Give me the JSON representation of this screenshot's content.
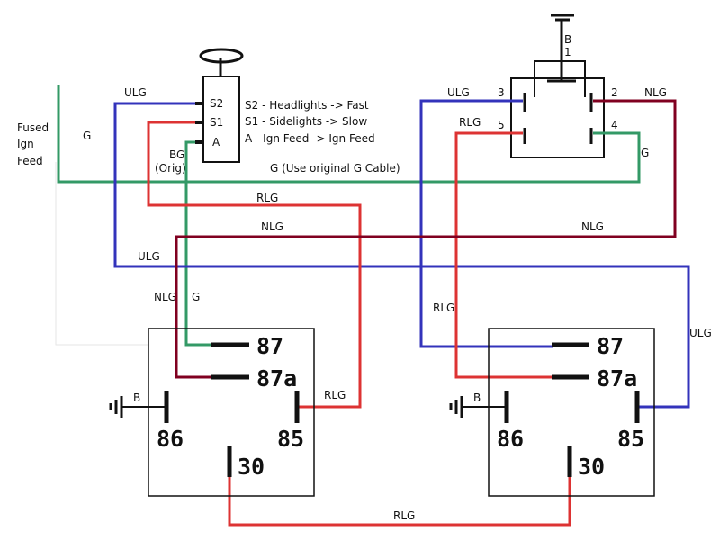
{
  "colors": {
    "blue": "#3333bb",
    "red": "#dd3333",
    "green": "#339966",
    "darkred": "#800020",
    "ink": "#111111"
  },
  "labels": {
    "fused_ign_feed": [
      "Fused",
      "Ign",
      "Feed"
    ],
    "G": "G",
    "ULG": "ULG",
    "RLG": "RLG",
    "NLG": "NLG",
    "B": "B",
    "B1": "B\n1",
    "BG": "BG",
    "orig": "(Orig)",
    "G_original": "G (Use original G Cable)"
  },
  "switch": {
    "pins": [
      "S2",
      "S1",
      "A"
    ],
    "legend": [
      "S2 - Headlights -> Fast",
      "S1 - Sidelights -> Slow",
      "A - Ign Feed -> Ign Feed"
    ]
  },
  "stalk": {
    "pins": [
      "3",
      "5",
      "2",
      "4"
    ]
  },
  "relays": [
    {
      "terminals": [
        "87",
        "87a",
        "86",
        "85",
        "30"
      ]
    },
    {
      "terminals": [
        "87",
        "87a",
        "86",
        "85",
        "30"
      ]
    }
  ]
}
